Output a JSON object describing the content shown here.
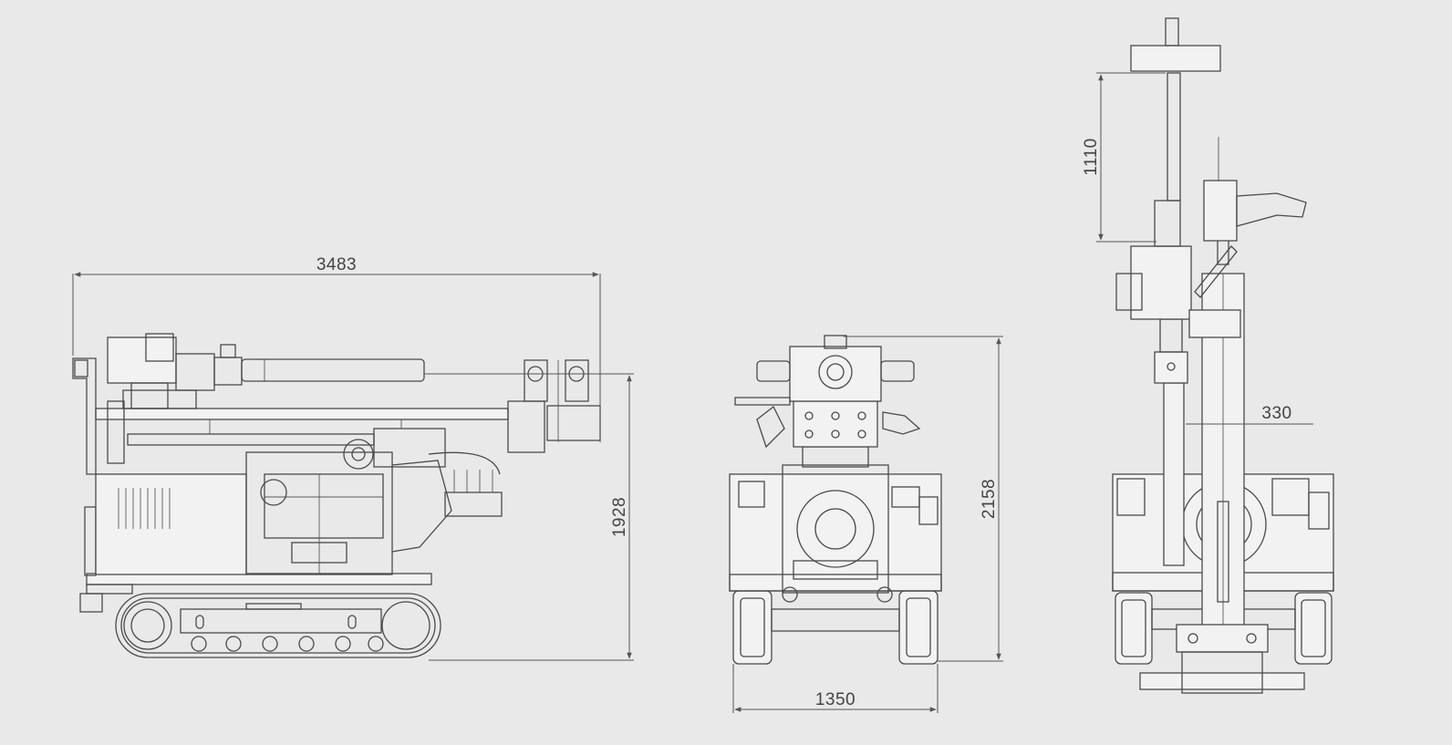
{
  "colors": {
    "background": "#e9e9e9",
    "line": "#4a4a4a"
  },
  "dimensions": {
    "side_length": "3483",
    "side_height": "1928",
    "front_height": "2158",
    "front_width": "1350",
    "rear_mast_extension": "1110",
    "rear_offset": "330"
  }
}
